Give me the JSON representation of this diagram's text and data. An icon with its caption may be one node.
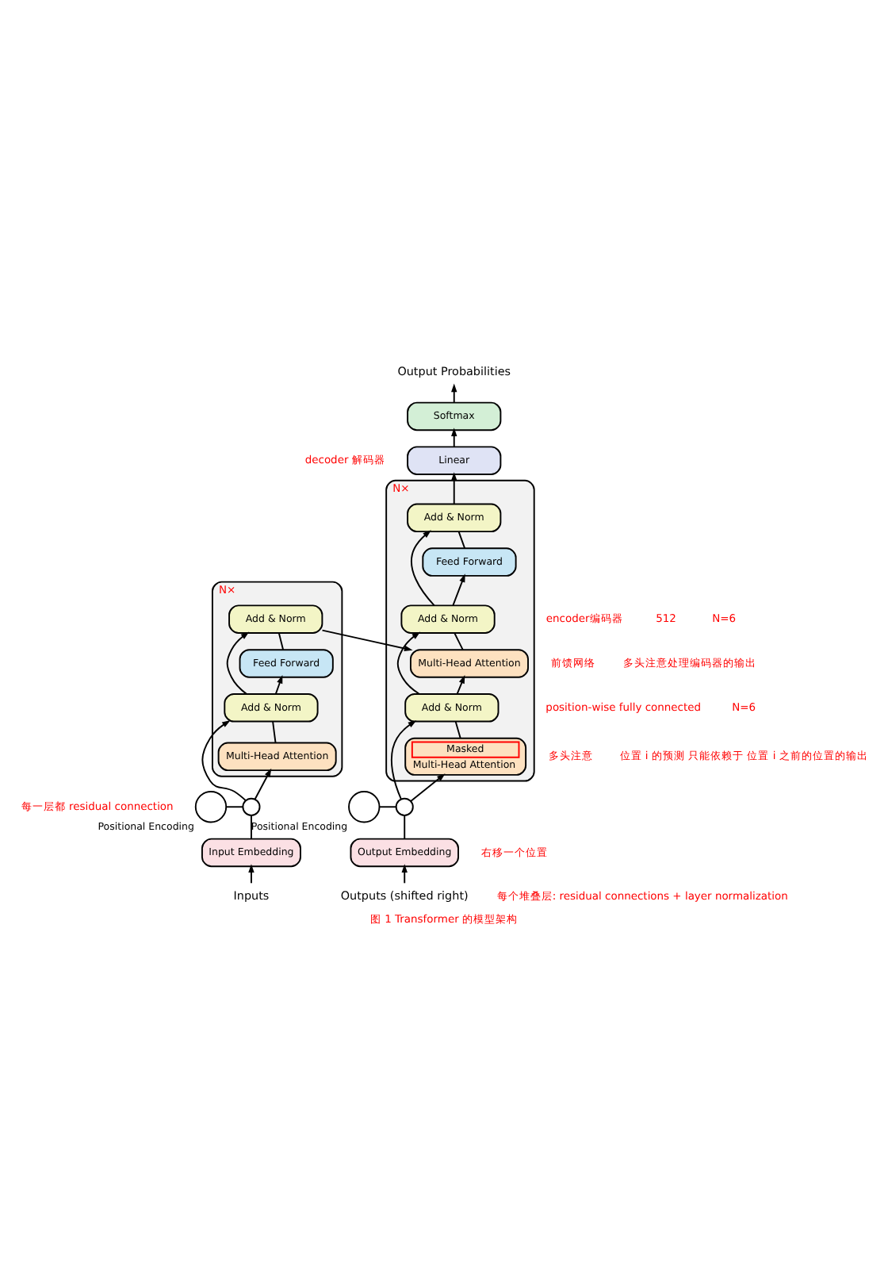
{
  "diagram": {
    "caption": "图 1 Transformer 的模型架构",
    "nodes": [
      {
        "text": [
          "N×"
        ]
      },
      {
        "text": [
          "Add & Norm"
        ],
        "in": 0
      },
      {
        "text": [
          "Feed Forward"
        ],
        "in": 0
      },
      {
        "text": [
          "Add & Norm"
        ],
        "in": 0
      },
      {
        "text": [
          "Multi-Head Attention"
        ],
        "in": 0
      },
      {
        "text": [
          "N×"
        ]
      },
      {
        "text": [
          "Add & Norm"
        ],
        "in": 5
      },
      {
        "text": [
          "Feed Forward"
        ],
        "in": 5
      },
      {
        "text": [
          "Add & Norm"
        ],
        "in": 5
      },
      {
        "text": [
          "Multi-Head Attention"
        ],
        "in": 5
      },
      {
        "text": [
          "Add & Norm"
        ],
        "in": 5
      },
      {
        "text": [
          "Masked",
          "Multi-Head Attention"
        ],
        "in": 5
      },
      {
        "text": [
          "Input Embedding"
        ]
      },
      {
        "text": [
          "Output Embedding"
        ]
      },
      {
        "text": [],
        "shape": "circle"
      },
      {
        "text": [],
        "shape": "circle"
      },
      {
        "text": [],
        "shape": "circle",
        "beside": [
          "Positional Encoding"
        ]
      },
      {
        "text": [],
        "shape": "circle",
        "beside": [
          "Positional Encoding"
        ]
      },
      {
        "text": [
          "Linear"
        ]
      },
      {
        "text": [
          "Softmax"
        ]
      },
      {
        "text": [
          "Inputs"
        ]
      },
      {
        "text": [
          "Outputs (shifted right)"
        ]
      },
      {
        "text": [
          "Output Probabilities"
        ]
      }
    ],
    "edges": [
      {
        "from": 20,
        "to": 12,
        "arrow": "to"
      },
      {
        "from": 12,
        "to": 14,
        "arrow": "none"
      },
      {
        "from": 16,
        "to": 14,
        "arrow": "none"
      },
      {
        "from": 14,
        "to": 4,
        "arrow": "to"
      },
      {
        "from": 14,
        "to": 3,
        "arrow": "to"
      },
      {
        "from": 4,
        "to": 3,
        "arrow": "none"
      },
      {
        "from": 3,
        "to": 2,
        "arrow": "to"
      },
      {
        "from": 3,
        "to": 1,
        "arrow": "to"
      },
      {
        "from": 2,
        "to": 1,
        "arrow": "none"
      },
      {
        "from": 1,
        "to": 9,
        "arrow": "to"
      },
      {
        "from": 21,
        "to": 13,
        "arrow": "to"
      },
      {
        "from": 13,
        "to": 15,
        "arrow": "none"
      },
      {
        "from": 17,
        "to": 15,
        "arrow": "none"
      },
      {
        "from": 15,
        "to": 11,
        "arrow": "to"
      },
      {
        "from": 15,
        "to": 10,
        "arrow": "to"
      },
      {
        "from": 11,
        "to": 10,
        "arrow": "none"
      },
      {
        "from": 10,
        "to": 9,
        "arrow": "to"
      },
      {
        "from": 10,
        "to": 8,
        "arrow": "to"
      },
      {
        "from": 9,
        "to": 8,
        "arrow": "none"
      },
      {
        "from": 8,
        "to": 7,
        "arrow": "to"
      },
      {
        "from": 8,
        "to": 6,
        "arrow": "to"
      },
      {
        "from": 7,
        "to": 6,
        "arrow": "none"
      },
      {
        "from": 6,
        "to": 18,
        "arrow": "to"
      },
      {
        "from": 18,
        "to": 19,
        "arrow": "to"
      },
      {
        "from": 19,
        "to": 22,
        "arrow": "to"
      }
    ],
    "labels": [
      "每个堆叠层: residual connections + layer normalization",
      "decoder 解码器",
      "encoder编码器",
      "512",
      "前馈网络",
      "position-wise fully connected",
      "N=6",
      "多头注意",
      "每一层都 residual connection",
      "多头注意处理编码器的输出",
      "N=6",
      "位置 i 的预测 只能依赖于 位置 i 之前的位置的输出",
      "右移一个位置"
    ]
  }
}
